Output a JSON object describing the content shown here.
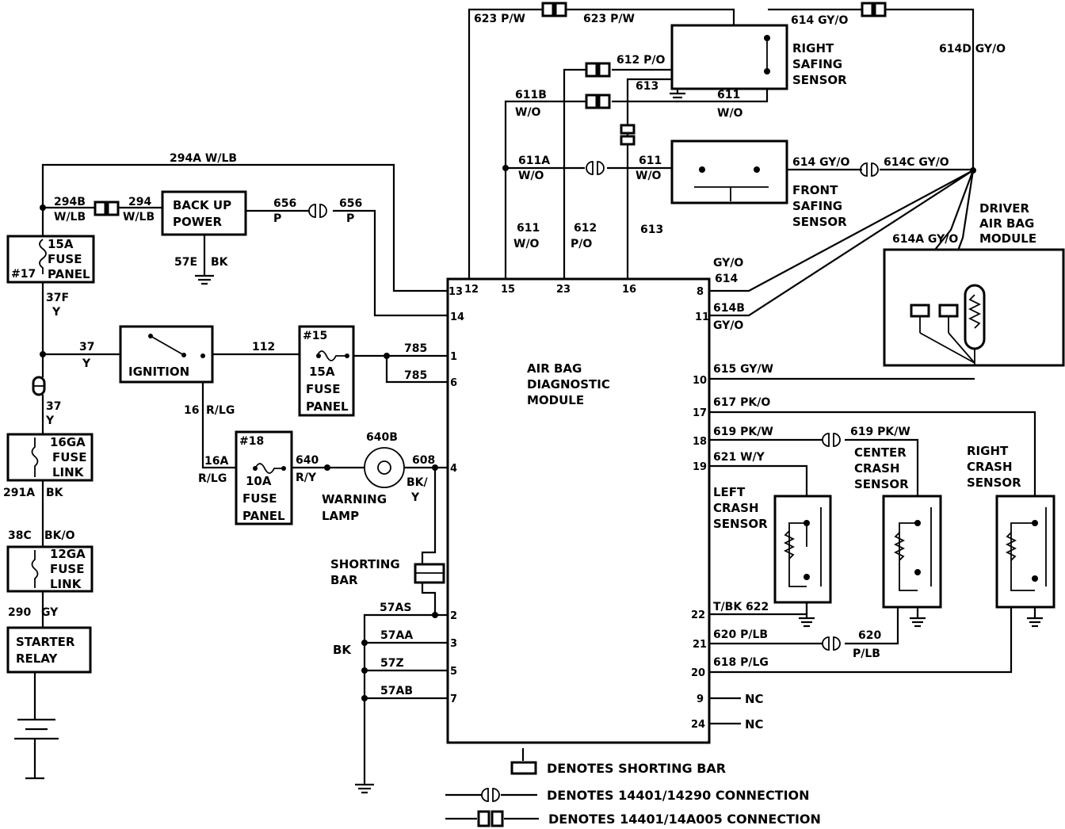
{
  "blocks": {
    "module": [
      "AIR BAG",
      "DIAGNOSTIC",
      "MODULE"
    ],
    "backup": [
      "BACK UP",
      "POWER"
    ],
    "ignition": "IGNITION",
    "fuse15a_left": [
      "15A",
      "FUSE",
      "PANEL"
    ],
    "fuse15a_left_num": "#17",
    "fuse15a_mid": [
      "15A",
      "FUSE",
      "PANEL"
    ],
    "fuse15a_mid_num": "#15",
    "fuse10a": [
      "10A",
      "FUSE",
      "PANEL"
    ],
    "fuse10a_num": "#18",
    "link16": [
      "16GA",
      "FUSE",
      "LINK"
    ],
    "link12": [
      "12GA",
      "FUSE",
      "LINK"
    ],
    "starter": [
      "STARTER",
      "RELAY"
    ],
    "right_safing": [
      "RIGHT",
      "SAFING",
      "SENSOR"
    ],
    "front_safing": [
      "FRONT",
      "SAFING",
      "SENSOR"
    ],
    "driver_module": [
      "DRIVER",
      "AIR BAG",
      "MODULE"
    ],
    "left_crash": [
      "LEFT",
      "CRASH",
      "SENSOR"
    ],
    "center_crash": [
      "CENTER",
      "CRASH",
      "SENSOR"
    ],
    "right_crash": [
      "RIGHT",
      "CRASH",
      "SENSOR"
    ],
    "warning_lamp": [
      "WARNING",
      "LAMP"
    ],
    "shorting_bar": [
      "SHORTING",
      "BAR"
    ],
    "nc": "NC",
    "bk": "BK"
  },
  "wires": {
    "w294a": "294A W/LB",
    "w294b": "294B",
    "w294b_c": "W/LB",
    "w294": "294",
    "w294_c": "W/LB",
    "w656a": "656",
    "w656a_c": "P",
    "w656b": "656",
    "w656b_c": "P",
    "w57e": "57E",
    "w57e_c": "BK",
    "w37f": "37F",
    "w37f_c": "Y",
    "w37": "37",
    "w37_c": "Y",
    "w37b": "37",
    "w37b_c": "Y",
    "w112": "112",
    "w785a": "785",
    "w785b": "785",
    "w16": "16",
    "w16_c": "R/LG",
    "w16a": "16A",
    "w16a_c": "R/LG",
    "w640": "640",
    "w640_c": "R/Y",
    "w640b": "640B",
    "w608": "608",
    "w608_c": "BK/",
    "w608_c2": "Y",
    "w291a": "291A",
    "w291a_c": "BK",
    "w38c": "38C",
    "w38c_c": "BK/O",
    "w290": "290",
    "w290_c": "GY",
    "w57as": "57AS",
    "w57aa": "57AA",
    "w57z": "57Z",
    "w57ab": "57AB",
    "w623a": "623 P/W",
    "w623b": "623 P/W",
    "w614_top": "614 GY/O",
    "w614d": "614D GY/O",
    "w612a": "612 P/O",
    "w613a": "613",
    "w611b": "611B",
    "w611b_c": "W/O",
    "w611_top": "611",
    "w611_top_c": "W/O",
    "w611a": "611A",
    "w611a_c": "W/O",
    "w611_mid": "611",
    "w611_mid_c": "W/O",
    "w614_fs": "614 GY/O",
    "w614c": "614C GY/O",
    "w611_v": "611",
    "w611_v_c": "W/O",
    "w612_v": "612",
    "w612_v_c": "P/O",
    "w613_v": "613",
    "w614a": "614A GY/O",
    "w614_8": "GY/O",
    "w614_8_n": "614",
    "w614b": "614B",
    "w614b_c": "GY/O",
    "w615": "615 GY/W",
    "w617": "617 PK/O",
    "w619a": "619 PK/W",
    "w619b": "619 PK/W",
    "w621": "621 W/Y",
    "w622": "T/BK 622",
    "w620a": "620 P/LB",
    "w620b": "620",
    "w620b_c": "P/LB",
    "w618": "618 P/LG"
  },
  "pins": {
    "left": [
      "13",
      "14",
      "1",
      "6",
      "4",
      "2",
      "3",
      "5",
      "7"
    ],
    "top": [
      "12",
      "15",
      "23",
      "16"
    ],
    "right": [
      "8",
      "11",
      "10",
      "17",
      "18",
      "19",
      "22",
      "21",
      "20",
      "9",
      "24"
    ]
  },
  "legend": {
    "shorting_bar": "DENOTES SHORTING BAR",
    "c14290": "DENOTES 14401/14290 CONNECTION",
    "c14a005": "DENOTES 14401/14A005 CONNECTION"
  }
}
